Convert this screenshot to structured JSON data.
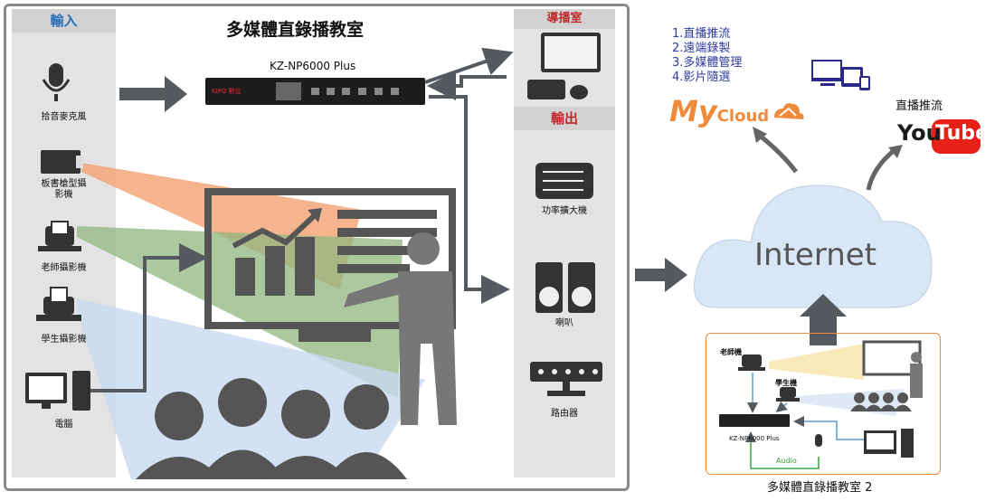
{
  "main_title": "多媒體直錄播教室",
  "device_name": "KZ-NP6000 Plus",
  "device_brand": "KIPO 數位",
  "input": {
    "header": "輸入",
    "items": [
      "拾音麥克風",
      "板書槍型攝\n影機",
      "老師攝影機",
      "學生攝影機",
      "電腦"
    ]
  },
  "control_room": {
    "header": "導播室"
  },
  "output": {
    "header": "輸出",
    "items": [
      "功率擴大機",
      "喇叭",
      "路由器"
    ]
  },
  "cloud_text": "Internet",
  "features": [
    "1.直播推流",
    "2.遠端錄製",
    "3.多媒體管理",
    "4.影片隨選"
  ],
  "mycloud": {
    "my": "My",
    "cloud": "Cloud"
  },
  "live_label": "直播推流",
  "youtube": {
    "you": "You",
    "tube": "Tube"
  },
  "classroom2": {
    "title": "多媒體直錄播教室 2",
    "teacher_cam": "老師機",
    "student_cam": "學生機",
    "device": "KZ-NP6000 Plus",
    "audio": "Audio"
  },
  "colors": {
    "input_head": "#2a6fb8",
    "output_head": "#c0292b",
    "accent_orange": "#f08b3c",
    "arrow": "#555a60"
  }
}
